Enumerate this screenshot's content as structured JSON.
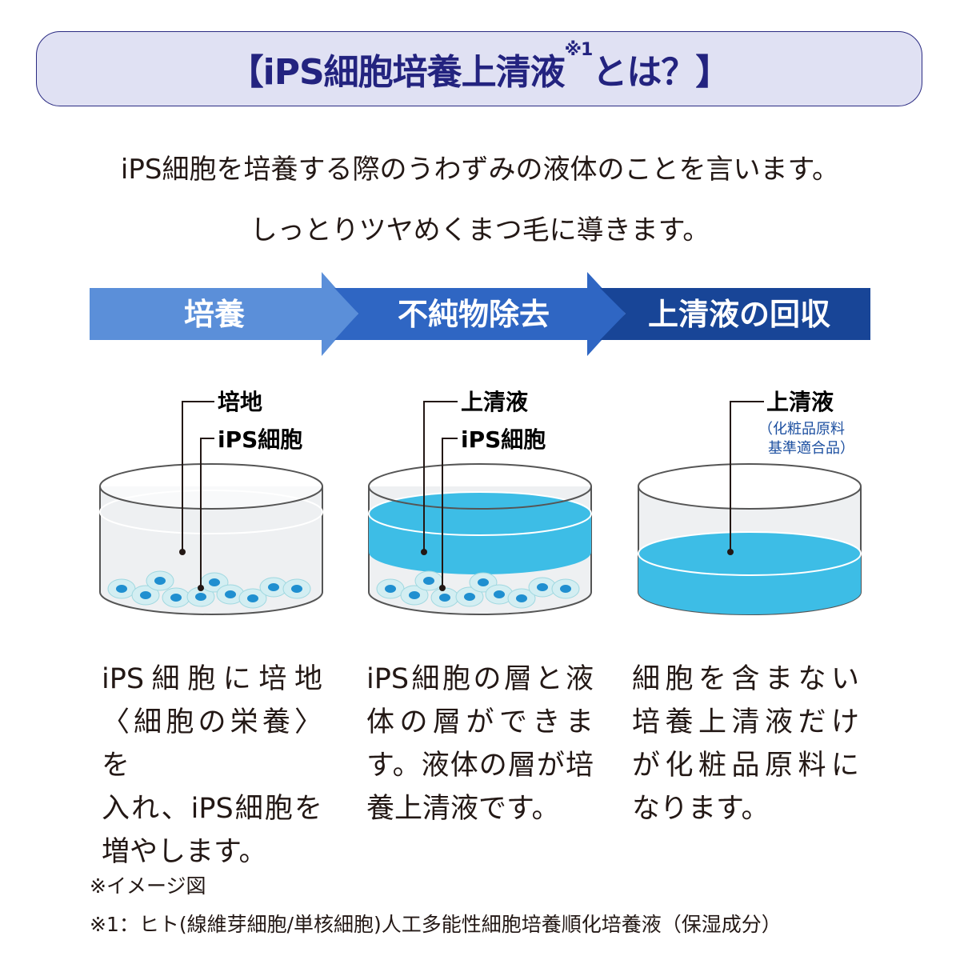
{
  "header": {
    "title_main": "【iPS細胞培養上清液",
    "title_sup": "※1",
    "title_end": "とは？】"
  },
  "lead": [
    "iPS細胞を培養する際のうわずみの液体のことを言います。",
    "しっとりツヤめくまつ毛に導きます。"
  ],
  "steps": [
    {
      "label": "培養",
      "color": "#5b8fd9"
    },
    {
      "label": "不純物除去",
      "color": "#2f66c3"
    },
    {
      "label": "上清液の回収",
      "color": "#184597"
    }
  ],
  "dishes": [
    {
      "labels": [
        "培地",
        "iPS細胞"
      ]
    },
    {
      "labels": [
        "上清液",
        "iPS細胞"
      ]
    },
    {
      "labels": [
        "上清液"
      ],
      "sub": [
        "（化粧品原料",
        "基準適合品）"
      ]
    }
  ],
  "descriptions": [
    [
      "iPS細胞に培地",
      "〈細胞の栄養〉を",
      "入れ、iPS細胞を",
      "増やします。"
    ],
    [
      "iPS細胞の層と液",
      "体の層ができま",
      "す。液体の層が培",
      "養上清液です。"
    ],
    [
      "細胞を含まない",
      "培養上清液だけ",
      "が化粧品原料に",
      "なります。"
    ]
  ],
  "notes": [
    "※イメージ図",
    "※1：ヒト(線維芽細胞/単核細胞)人工多能性細胞培養順化培養液（保湿成分）"
  ]
}
